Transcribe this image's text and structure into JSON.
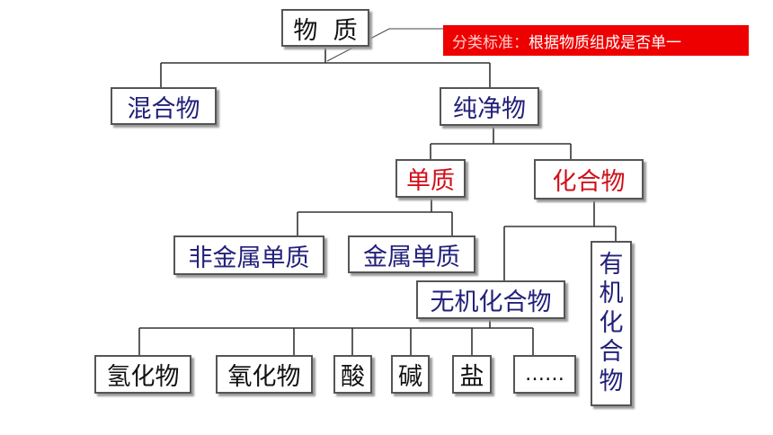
{
  "diagram": {
    "root": "物  质",
    "criterion": {
      "prefix": "分类标准：",
      "text": "根据物质组成是否单一"
    },
    "level1": {
      "mixture": "混合物",
      "pure": "纯净物"
    },
    "level2": {
      "element": "单质",
      "compound": "化合物"
    },
    "level3": {
      "nonmetal": "非金属单质",
      "metal": "金属单质",
      "inorganic": "无机化合物",
      "organic": [
        "有",
        "机",
        "化",
        "合",
        "物"
      ]
    },
    "level4": [
      "氢化物",
      "氧化物",
      "酸",
      "碱",
      "盐",
      "……"
    ]
  },
  "colors": {
    "blue_text": "#22207a",
    "red_text": "#d0101a",
    "criterion_bg": "#ee0000"
  }
}
